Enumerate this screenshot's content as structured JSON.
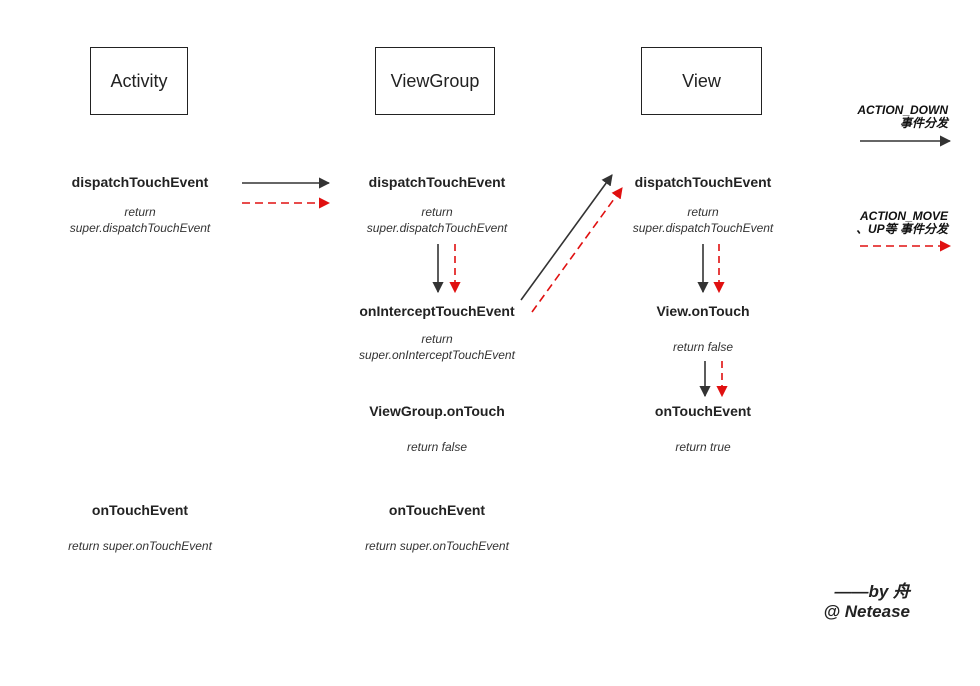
{
  "columns": {
    "activity": {
      "title": "Activity"
    },
    "viewgroup": {
      "title": "ViewGroup"
    },
    "view": {
      "title": "View"
    }
  },
  "activity": {
    "dispatch": {
      "label": "dispatchTouchEvent",
      "ret1": "return",
      "ret2": "super.dispatchTouchEvent"
    },
    "ontouch_event": {
      "label": "onTouchEvent",
      "ret": "return super.onTouchEvent"
    }
  },
  "viewgroup": {
    "dispatch": {
      "label": "dispatchTouchEvent",
      "ret1": "return",
      "ret2": "super.dispatchTouchEvent"
    },
    "intercept": {
      "label": "onInterceptTouchEvent",
      "ret1": "return",
      "ret2": "super.onInterceptTouchEvent"
    },
    "ontouch": {
      "label": "ViewGroup.onTouch",
      "ret": "return false"
    },
    "ontouch_event": {
      "label": "onTouchEvent",
      "ret": "return super.onTouchEvent"
    }
  },
  "view": {
    "dispatch": {
      "label": "dispatchTouchEvent",
      "ret1": "return",
      "ret2": "super.dispatchTouchEvent"
    },
    "ontouch": {
      "label": "View.onTouch",
      "ret": "return false"
    },
    "ontouch_event": {
      "label": "onTouchEvent",
      "ret": "return true"
    }
  },
  "legend": {
    "down_line1": "ACTION_DOWN",
    "down_line2": "事件分发",
    "move_line1": "ACTION_MOVE",
    "move_line2": "、UP等 事件分发",
    "down_color": "#333333",
    "move_color": "#e01010"
  },
  "credit": {
    "line1": "——by 舟",
    "line2": "@ Netease"
  }
}
